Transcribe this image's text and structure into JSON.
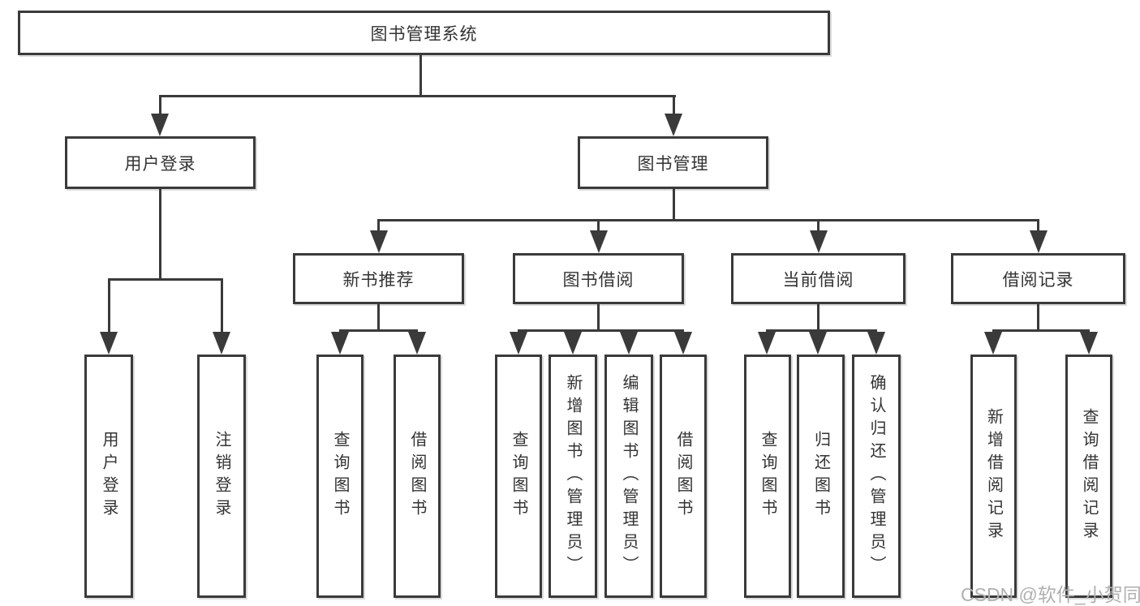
{
  "diagram": {
    "root_label": "图书管理系统",
    "branches": [
      {
        "label": "用户登录",
        "children": [
          {
            "label": "用户登录"
          },
          {
            "label": "注销登录"
          }
        ]
      },
      {
        "label": "图书管理",
        "children": [
          {
            "label": "新书推荐",
            "children": [
              {
                "label": "查询图书"
              },
              {
                "label": "借阅图书"
              }
            ]
          },
          {
            "label": "图书借阅",
            "children": [
              {
                "label": "查询图书"
              },
              {
                "label": "新增图书（管理员）"
              },
              {
                "label": "编辑图书（管理员）"
              },
              {
                "label": "借阅图书"
              }
            ]
          },
          {
            "label": "当前借阅",
            "children": [
              {
                "label": "查询图书"
              },
              {
                "label": "归还图书"
              },
              {
                "label": "确认归还（管理员）"
              }
            ]
          },
          {
            "label": "借阅记录",
            "children": [
              {
                "label": "新增借阅记录"
              },
              {
                "label": "查询借阅记录"
              }
            ]
          }
        ]
      }
    ]
  },
  "watermark": {
    "text": "CSDN @软件_小贺同学"
  },
  "colors": {
    "line": "#3a3a3a",
    "text": "#333333",
    "background": "#ffffff",
    "watermark": "#b0b0b0"
  }
}
